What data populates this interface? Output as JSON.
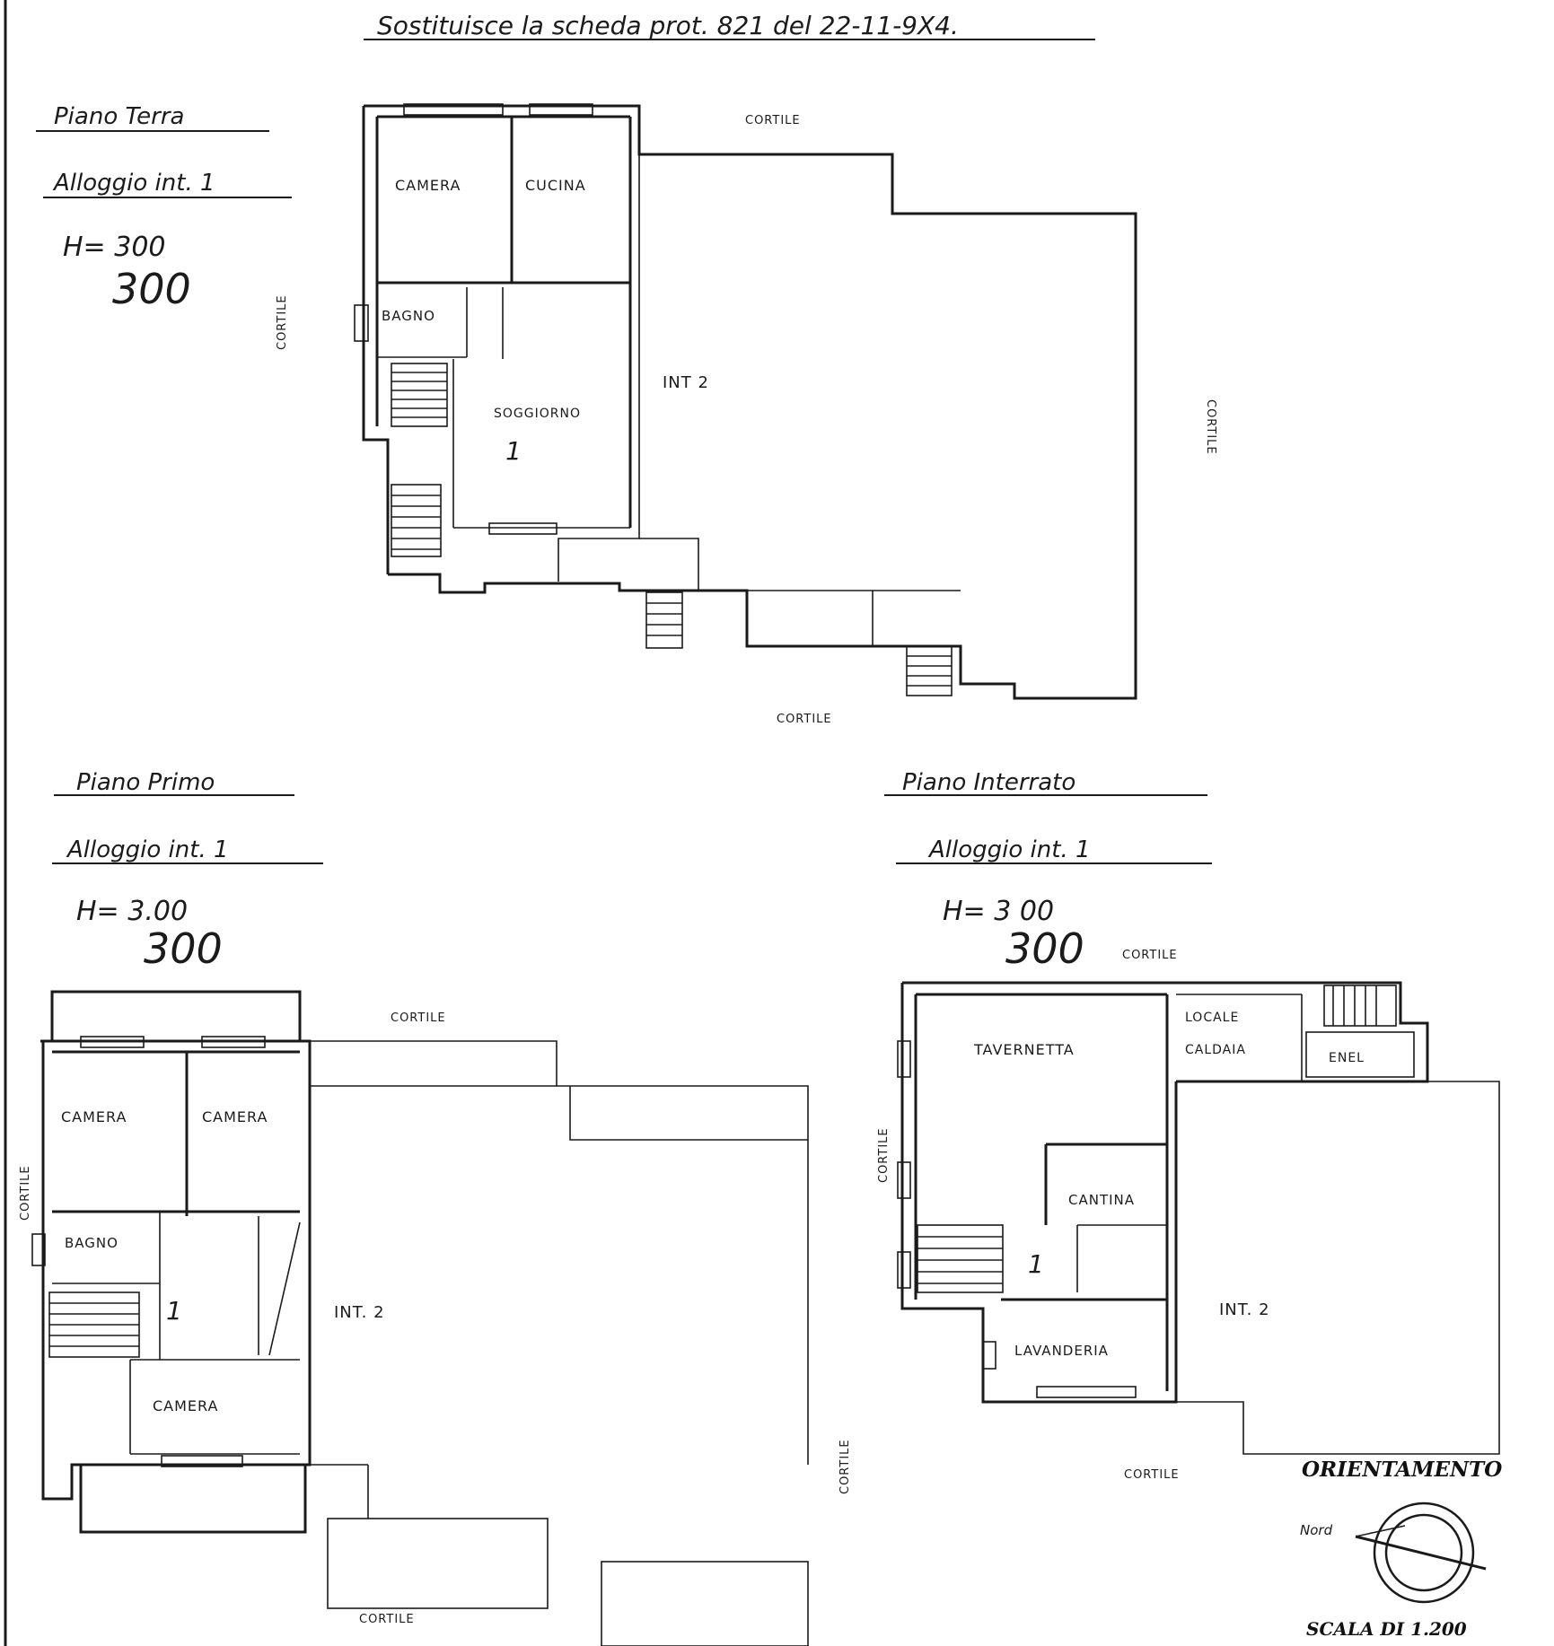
{
  "header": {
    "title": "Sostituisce la scheda prot. 821 del 22-11-9X4."
  },
  "ground_floor": {
    "floor_title": "Piano Terra",
    "unit_title": "Alloggio int. 1",
    "height_label": "H= 300",
    "height_value": "300",
    "rooms": {
      "camera": "CAMERA",
      "cucina": "CUCINA",
      "bagno": "BAGNO",
      "soggiorno": "SOGGIORNO",
      "unit_number": "1",
      "int2": "INT 2"
    },
    "courtyards": {
      "top": "CORTILE",
      "left": "CORTILE",
      "right": "CORTILE",
      "bottom": "CORTILE"
    }
  },
  "first_floor": {
    "floor_title": "Piano Primo",
    "unit_title": "Alloggio int. 1",
    "height_label": "H= 3.00",
    "height_value": "300",
    "rooms": {
      "camera_left": "CAMERA",
      "camera_right": "CAMERA",
      "bagno": "BAGNO",
      "unit_number": "1",
      "camera_bottom": "CAMERA",
      "int2": "INT. 2"
    },
    "courtyards": {
      "top": "CORTILE",
      "left": "CORTILE",
      "right": "CORTILE",
      "bottom": "CORTILE"
    }
  },
  "basement": {
    "floor_title": "Piano Interrato",
    "unit_title": "Alloggio int. 1",
    "height_label": "H= 3 00",
    "height_value": "300",
    "rooms": {
      "tavernetta": "TAVERNETTA",
      "locale": "LOCALE",
      "caldaia": "CALDAIA",
      "enel": "ENEL",
      "cantina": "CANTINA",
      "unit_number": "1",
      "lavanderia": "LAVANDERIA",
      "int2": "INT. 2"
    },
    "courtyards": {
      "top": "CORTILE",
      "left": "CORTILE",
      "bottom": "CORTILE"
    }
  },
  "legend": {
    "orientation_title": "ORIENTAMENTO",
    "north_label": "Nord",
    "scale": "SCALA DI 1.200"
  }
}
